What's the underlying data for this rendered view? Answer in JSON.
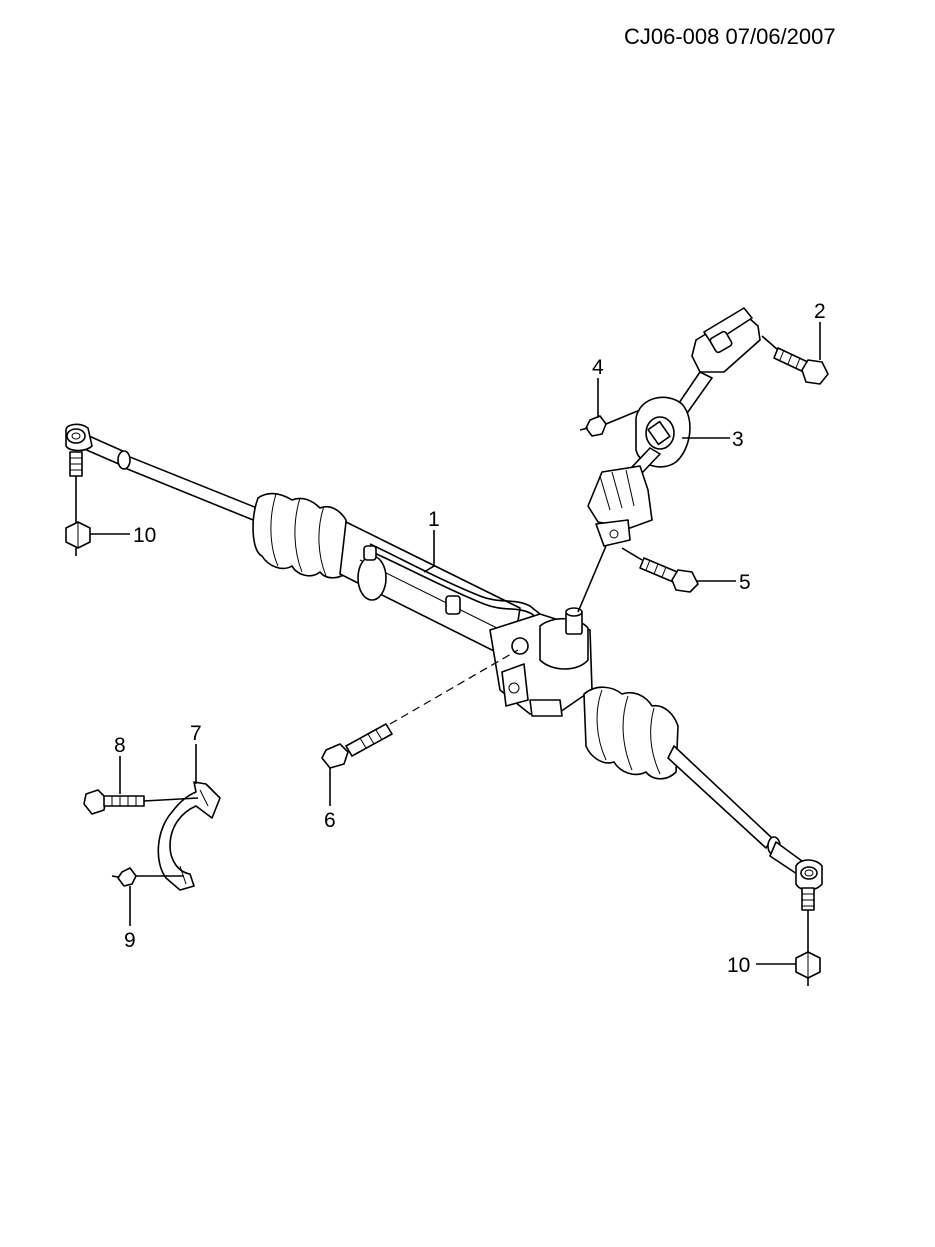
{
  "header": {
    "drawing_code": "CJ06-008 07/06/2007"
  },
  "callouts": [
    {
      "id": "c1",
      "label": "1"
    },
    {
      "id": "c2",
      "label": "2"
    },
    {
      "id": "c3",
      "label": "3"
    },
    {
      "id": "c4",
      "label": "4"
    },
    {
      "id": "c5",
      "label": "5"
    },
    {
      "id": "c6",
      "label": "6"
    },
    {
      "id": "c7",
      "label": "7"
    },
    {
      "id": "c8",
      "label": "8"
    },
    {
      "id": "c9",
      "label": "9"
    },
    {
      "id": "c10a",
      "label": "10"
    },
    {
      "id": "c10b",
      "label": "10"
    }
  ]
}
